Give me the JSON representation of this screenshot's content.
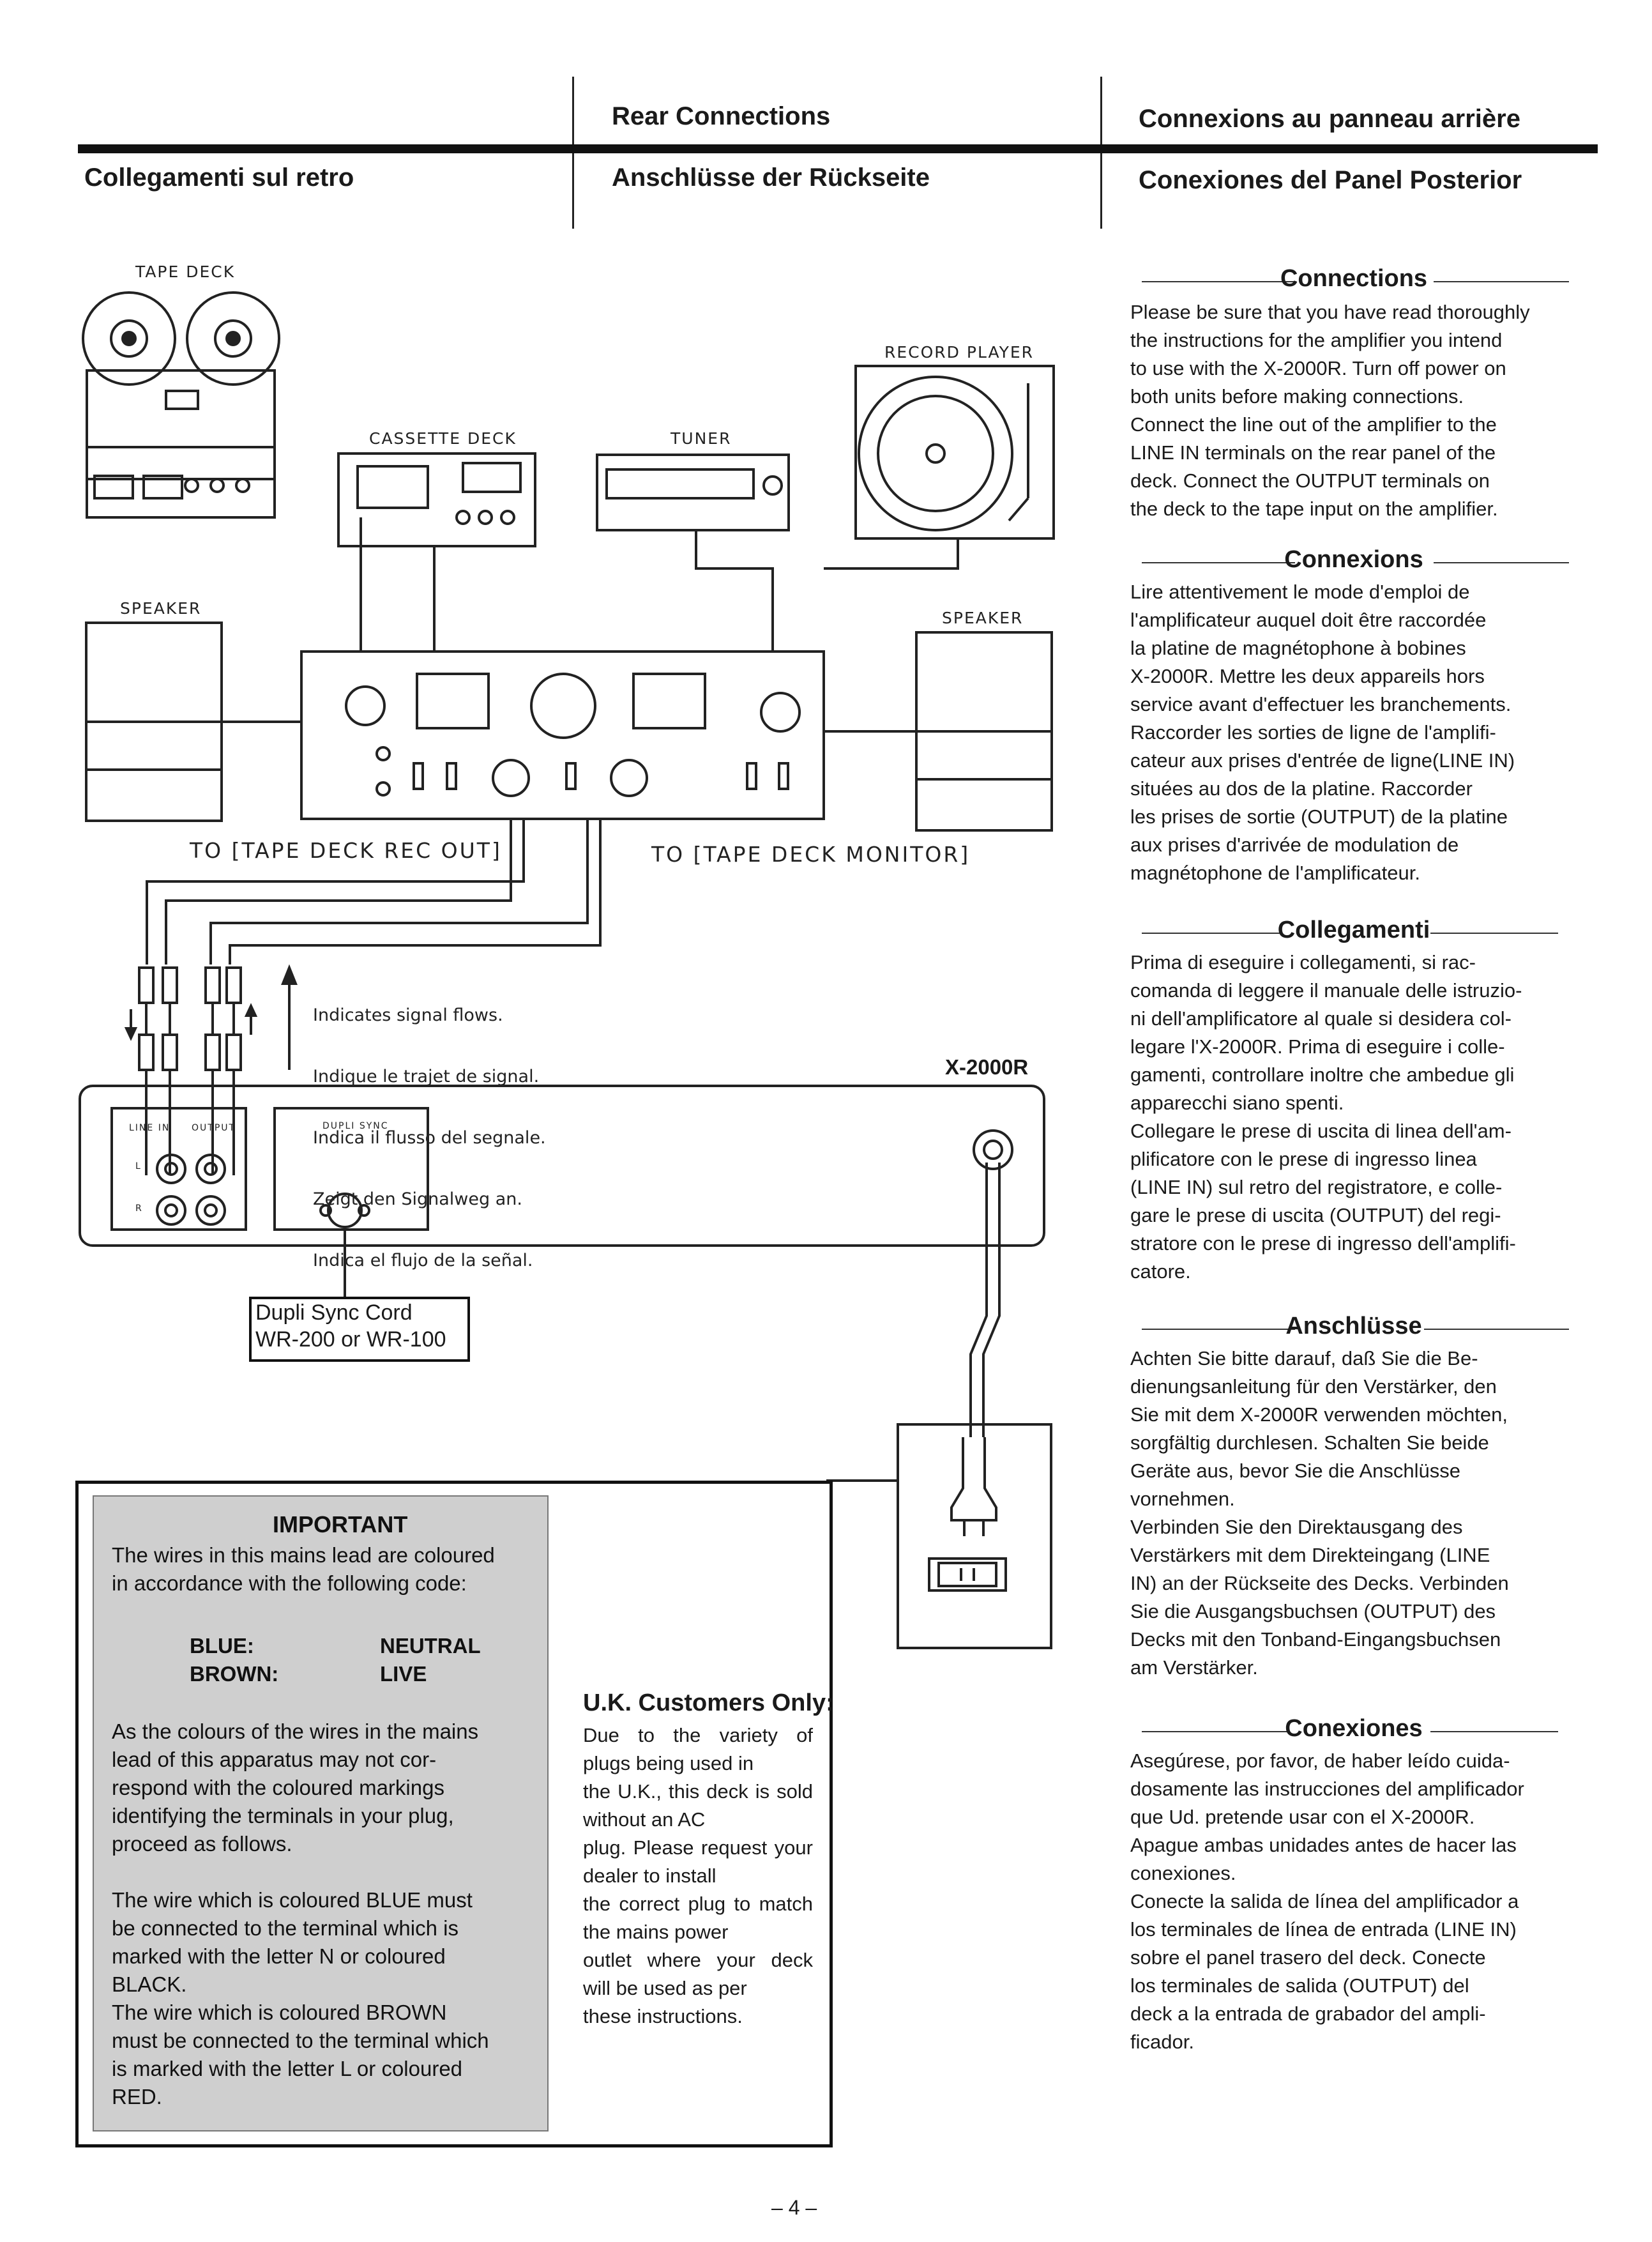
{
  "header": {
    "col_center_top": "Rear Connections",
    "col_right_top": "Connexions au panneau arrière",
    "col_left_bottom": "Collegamenti sul retro",
    "col_center_bottom": "Anschlüsse der Rückseite",
    "col_right_bottom": "Conexiones del Panel Posterior"
  },
  "diagram": {
    "tape_deck": "TAPE DECK",
    "cassette_deck": "CASSETTE DECK",
    "tuner": "TUNER",
    "record_player": "RECORD PLAYER",
    "speaker_left": "SPEAKER",
    "speaker_right": "SPEAKER",
    "to_rec_out": "TO [TAPE DECK REC OUT]",
    "to_monitor": "TO [TAPE DECK MONITOR]",
    "model": "X-2000R",
    "line_in": "LINE IN",
    "output": "OUTPUT",
    "dupli_sync": "DUPLI SYNC",
    "ch_l": "L",
    "ch_r": "R",
    "cord_line1": "Dupli Sync Cord",
    "cord_line2": "WR-200 or WR-100",
    "legend": [
      "Indicates signal flows.",
      "Indique le trajet de signal.",
      "Indica il flusso del segnale.",
      "Zeigt den Signalweg an.",
      "Indica el flujo de la señal."
    ]
  },
  "important": {
    "title": "IMPORTANT",
    "intro": "The wires in this mains lead are coloured\nin accordance with the following code:",
    "code_1_colour": "BLUE:",
    "code_1_meaning": "NEUTRAL",
    "code_2_colour": "BROWN:",
    "code_2_meaning": "LIVE",
    "para_1": "As the colours of the wires in the mains\nlead of this apparatus may not cor-\nrespond with the coloured markings\nidentifying the terminals in your plug,\nproceed as follows.",
    "para_2": "The wire which is coloured BLUE must\nbe connected to the terminal which is\nmarked with the letter N or coloured\nBLACK.\nThe wire which is coloured BROWN\nmust be connected to the terminal which\nis marked with the letter L or coloured\nRED."
  },
  "uk": {
    "title": "U.K. Customers Only:",
    "text": "Due to the variety of plugs being used in\nthe U.K., this deck is sold without an AC\nplug. Please request your dealer to install\nthe correct plug to match the mains power\noutlet where your deck will be used as per\nthese instructions."
  },
  "sections": [
    {
      "title": "Connections",
      "text": "Please be sure that you have read thoroughly\nthe instructions for the amplifier you intend\nto use with the X-2000R. Turn off power on\nboth units before making connections.\nConnect the line out of the amplifier to the\nLINE IN terminals on the rear panel of the\ndeck. Connect the OUTPUT terminals on\nthe deck to the tape input on the amplifier."
    },
    {
      "title": "Connexions",
      "text": "Lire attentivement le mode d'emploi de\nl'amplificateur auquel doit être raccordée\nla platine de magnétophone à bobines\nX-2000R. Mettre les deux appareils hors\nservice avant d'effectuer les branchements.\nRaccorder les sorties de ligne de l'amplifi-\ncateur aux prises d'entrée de ligne(LINE IN)\nsituées au dos de la platine. Raccorder\nles prises de sortie (OUTPUT) de la platine\naux prises d'arrivée de modulation de\nmagnétophone de l'amplificateur."
    },
    {
      "title": "Collegamenti",
      "text": "Prima di eseguire i collegamenti, si rac-\ncomanda di leggere il manuale delle istruzio-\nni dell'amplificatore al quale si desidera col-\nlegare l'X-2000R. Prima di eseguire i colle-\ngamenti, controllare inoltre che ambedue gli\napparecchi siano spenti.\nCollegare le prese di uscita di linea dell'am-\nplificatore con le prese di ingresso linea\n(LINE IN) sul retro del registratore, e colle-\ngare le prese di uscita (OUTPUT) del regi-\nstratore con le prese di ingresso dell'amplifi-\ncatore."
    },
    {
      "title": "Anschlüsse",
      "text": "Achten Sie bitte darauf, daß Sie die Be-\ndienungsanleitung für den Verstärker, den\nSie mit dem X-2000R verwenden möchten,\nsorgfältig durchlesen. Schalten Sie beide\nGeräte aus, bevor Sie die Anschlüsse\nvornehmen.\nVerbinden Sie den Direktausgang des\nVerstärkers mit dem Direkteingang (LINE\nIN) an der Rückseite des Decks. Verbinden\nSie die Ausgangsbuchsen (OUTPUT) des\nDecks mit den Tonband-Eingangsbuchsen\nam Verstärker."
    },
    {
      "title": "Conexiones",
      "text": "Asegúrese, por favor, de haber leído cuida-\ndosamente las instrucciones del amplificador\nque Ud. pretende usar con el X-2000R.\nApague ambas unidades antes de hacer las\nconexiones.\nConecte la salida de línea del amplificador a\nlos terminales de línea de entrada (LINE IN)\nsobre el panel trasero del deck. Conecte\nlos terminales de salida (OUTPUT) del\ndeck a la entrada de grabador del ampli-\nficador."
    }
  ],
  "footer": {
    "page_number": "– 4 –"
  }
}
